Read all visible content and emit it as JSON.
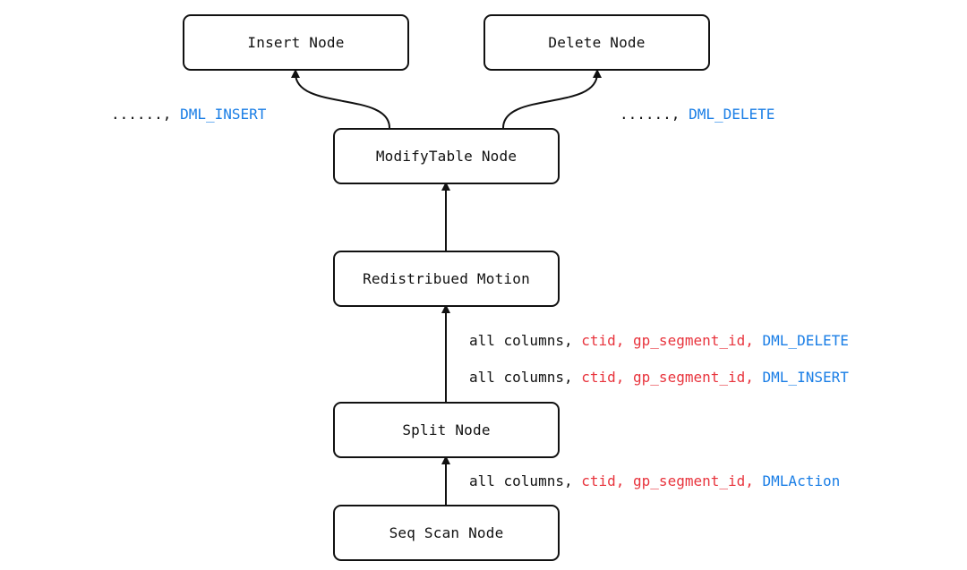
{
  "nodes": {
    "insert": "Insert Node",
    "delete": "Delete Node",
    "modify": "ModifyTable Node",
    "motion": "Redistribued Motion",
    "split": "Split Node",
    "scan": "Seq Scan Node"
  },
  "annotations": {
    "left": {
      "prefix": "......, ",
      "action": "DML_INSERT"
    },
    "right": {
      "prefix": "......, ",
      "action": "DML_DELETE"
    },
    "row_delete": {
      "cols": "all columns, ",
      "sys": "ctid, gp_segment_id, ",
      "action": "DML_DELETE"
    },
    "row_insert": {
      "cols": "all columns, ",
      "sys": "ctid, gp_segment_id, ",
      "action": "DML_INSERT"
    },
    "row_scan": {
      "cols": "all columns, ",
      "sys": "ctid, gp_segment_id, ",
      "action": "DMLAction"
    }
  },
  "colors": {
    "system_columns": "#e8343d",
    "dml_action": "#1a7ee6",
    "text": "#111111"
  }
}
